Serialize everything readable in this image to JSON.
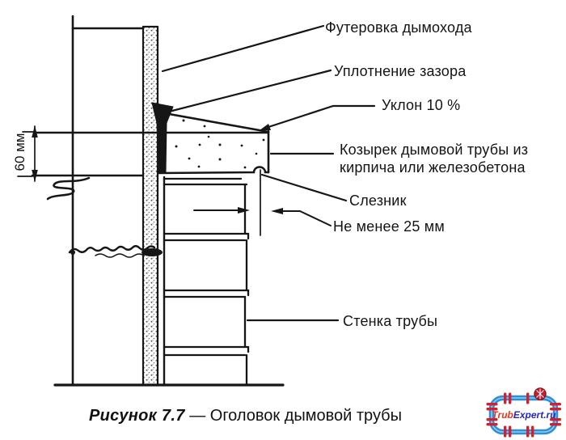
{
  "figure": {
    "labels": {
      "lining": "Футеровка дымохода",
      "seal": "Уплотнение зазора",
      "slope": "Уклон 10 %",
      "cap": [
        "Козырек дымовой трубы из",
        "кирпича или железобетона"
      ],
      "drip": "Слезник",
      "min_offset": "Не менее 25 мм",
      "wall": "Стенка трубы"
    },
    "dimension": "60 мм",
    "caption": {
      "number": "Рисунок 7.7",
      "separator": " — ",
      "title": "Оголовок дымовой трубы"
    },
    "logo": {
      "part1": "Trub",
      "part2": "Expert.ru"
    },
    "colors": {
      "ink": "#161616",
      "paper": "#ffffff",
      "logo_pipe": "#2e8fd8",
      "logo_flange": "#d41f2c",
      "logo_text_red": "#e2391f",
      "logo_text_blue": "#2626b8"
    }
  }
}
